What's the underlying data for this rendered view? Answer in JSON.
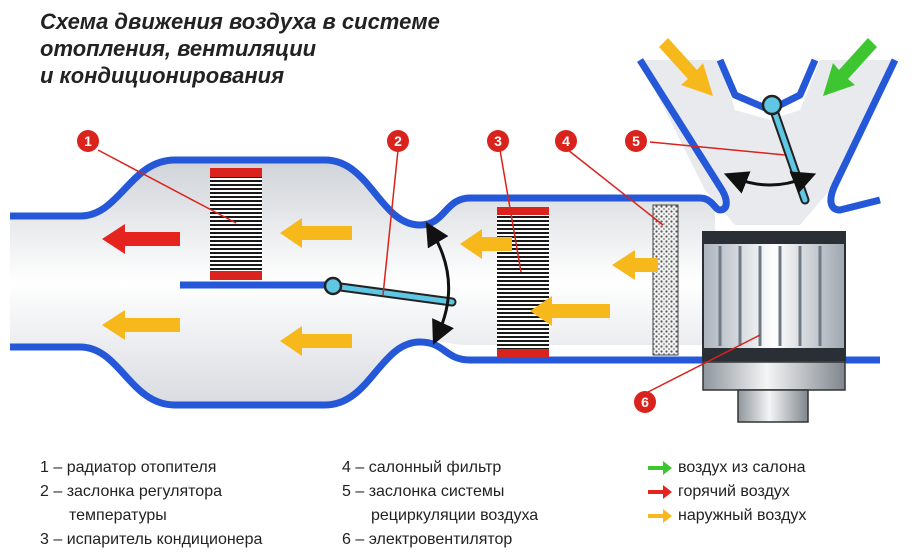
{
  "title": {
    "line1": "Схема движения воздуха в системе",
    "line2": "отопления, вентиляции",
    "line3": "и кондиционирования"
  },
  "markers": [
    "1",
    "2",
    "3",
    "4",
    "5",
    "6"
  ],
  "components": {
    "1": {
      "line1": "1 – радиатор отопителя",
      "line2": ""
    },
    "2": {
      "line1": "2 – заслонка регулятора",
      "line2": "температуры"
    },
    "3": {
      "line1": "3 – испаритель кондиционера",
      "line2": ""
    },
    "4": {
      "line1": "4 – салонный фильтр",
      "line2": ""
    },
    "5": {
      "line1": "5 – заслонка системы",
      "line2": "рециркуляции воздуха"
    },
    "6": {
      "line1": "6 – электровентилятор",
      "line2": ""
    }
  },
  "legend": [
    {
      "color_name": "green",
      "color": "#3ec630",
      "label": "воздух из салона"
    },
    {
      "color_name": "red",
      "color": "#e52420",
      "label": "горячий воздух"
    },
    {
      "color_name": "yellow",
      "color": "#f7b81c",
      "label": "наружный воздух"
    }
  ],
  "colors": {
    "duct": "#2458d8",
    "marker": "#d9231c",
    "flap": "#5fc6e3",
    "hot_air": "#e52420",
    "outside_air": "#f7b81c",
    "cabin_air": "#3ec630"
  }
}
